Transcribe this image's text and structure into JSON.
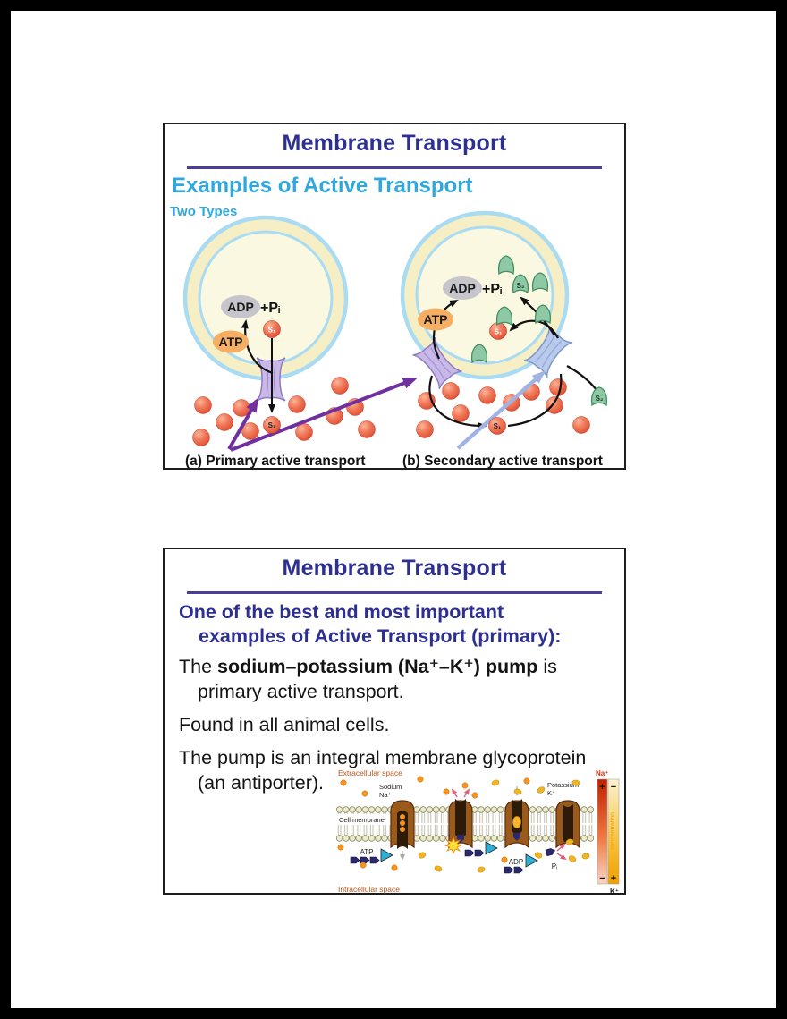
{
  "colors": {
    "frame": "#000000",
    "page": "#ffffff",
    "title_blue": "#2d2f92",
    "underline_purple": "#4a3e97",
    "cyan_heading": "#2fa8df",
    "body_text": "#141414",
    "purple_arrow": "#7030a0",
    "periwinkle_arrow": "#9fb4e4",
    "cell_interior": "#fbf8e2",
    "cell_ring_yellow": "#f6efc5",
    "cell_ring_blue": "#a9dbf2",
    "adp_gray": "#c6c5cb",
    "atp_orange": "#f6ae63",
    "substrate_red": "#ee6a50",
    "cone_green": "#8fc8a4",
    "transporter_purple": "#c9b8e8",
    "transporter_blue": "#b9caec",
    "pump_brown": "#9a5a1c",
    "ion_sodium_orange": "#f7941d",
    "ion_potassium_yellow": "#f0b429",
    "space_label_rust": "#c0551a",
    "na_bar_red": "#c21f00",
    "k_bar_amber": "#f19f00"
  },
  "slide1": {
    "title": "Membrane Transport",
    "heading": "Examples of Active Transport",
    "subheading": "Two Types",
    "diagram": {
      "cell_a": {
        "adp": "ADP",
        "pi": "+Pᵢ",
        "atp": "ATP",
        "s1_top": "S₁",
        "s1_bottom": "S₁"
      },
      "cell_b": {
        "adp": "ADP",
        "pi": "+Pᵢ",
        "atp": "ATP",
        "s1_in": "S₁",
        "s2_in": "S₂",
        "s1_out": "S₁",
        "s2_out": "S₂"
      },
      "caption_a": "(a)  Primary active transport",
      "caption_b": "(b)  Secondary active transport"
    }
  },
  "slide2": {
    "title": "Membrane Transport",
    "heading_line1": "One of the best and most important",
    "heading_line2": "examples of Active Transport (primary):",
    "p1_pre": "The ",
    "p1_bold": "sodium–potassium (Na⁺–K⁺) pump",
    "p1_post": " is",
    "p1_line2": "primary active transport.",
    "p2": "Found in all animal cells.",
    "p3_line1": "The pump is an integral membrane glycoprotein",
    "p3_line2": "(an antiporter).",
    "pump": {
      "extracellular": "Extracellular space",
      "intracellular": "Intracellular space",
      "sodium_label": "Sodium",
      "sodium_ion": "Na⁺",
      "potassium_label": "Potassium",
      "potassium_ion": "K⁺",
      "cell_membrane": "Cell membrane",
      "atp": "ATP",
      "adp": "ADP",
      "pi": "Pᵢ",
      "na_gradient_label": "Na⁺",
      "k_gradient_label": "K⁺",
      "concentration": "concentration",
      "plus": "+",
      "minus": "−"
    }
  }
}
